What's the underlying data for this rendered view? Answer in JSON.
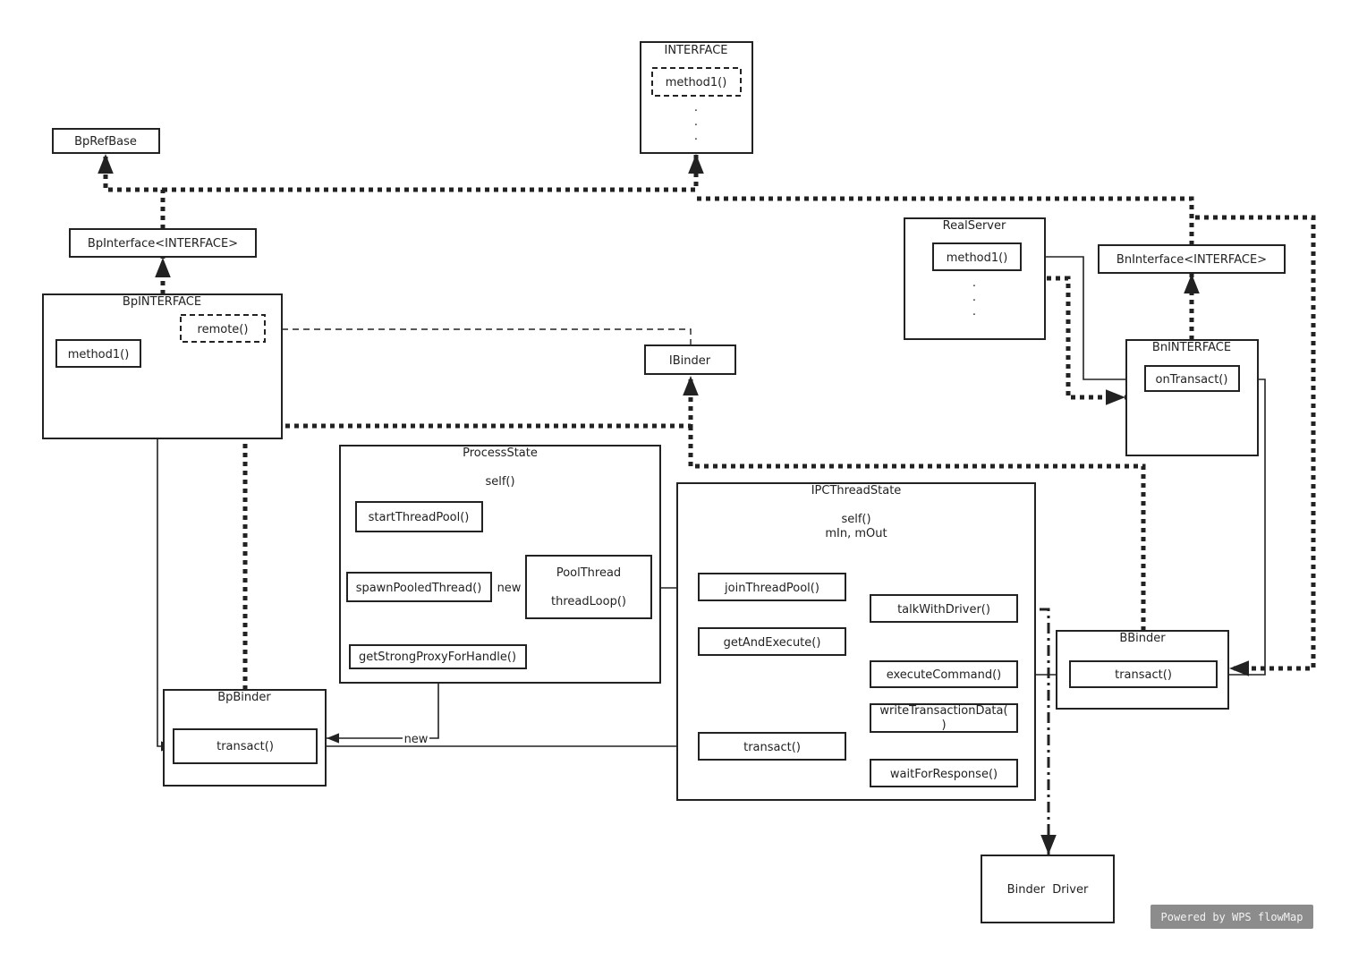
{
  "nodes": {
    "interface": {
      "title": "INTERFACE",
      "method": "method1()",
      "ellipsis": "."
    },
    "bp_ref_base": {
      "title": "BpRefBase"
    },
    "bp_interface_tpl": {
      "title": "BpInterface<INTERFACE>"
    },
    "bp_interface": {
      "title": "BpINTERFACE",
      "method": "method1()",
      "remote": "remote()"
    },
    "ibinder": {
      "title": "IBinder"
    },
    "real_server": {
      "title": "RealServer",
      "method": "method1()",
      "ellipsis": "."
    },
    "bn_interface_tpl": {
      "title": "BnInterface<INTERFACE>"
    },
    "bn_interface": {
      "title": "BnINTERFACE",
      "on_transact": "onTransact()"
    },
    "process_state": {
      "title": "ProcessState",
      "self": "self()",
      "start_thread_pool": "startThreadPool()",
      "spawn_pooled_thread": "spawnPooledThread()",
      "pool_thread": "PoolThread",
      "thread_loop": "threadLoop()",
      "get_strong_proxy": "getStrongProxyForHandle()"
    },
    "ipc_thread_state": {
      "title": "IPCThreadState",
      "self": "self()",
      "fields": "mIn, mOut",
      "join_thread_pool": "joinThreadPool()",
      "get_and_execute": "getAndExecute()",
      "talk_with_driver": "talkWithDriver()",
      "execute_command": "executeCommand()",
      "write_transaction_data_1": "writeTransactionData(",
      "write_transaction_data_2": ")",
      "transact": "transact()",
      "wait_for_response": "waitForResponse()"
    },
    "bp_binder": {
      "title": "BpBinder",
      "transact": "transact()"
    },
    "bbinder": {
      "title": "BBinder",
      "transact": "transact()"
    },
    "binder_driver": {
      "title": "Binder  Driver"
    }
  },
  "edge_labels": {
    "new_pool_thread": "new",
    "new_bp_binder": "new"
  },
  "watermark": "Powered by WPS flowMap",
  "colors": {
    "stroke": "#222222",
    "watermark_bg": "#8c8c8c",
    "watermark_text": "#f2f2f2"
  }
}
